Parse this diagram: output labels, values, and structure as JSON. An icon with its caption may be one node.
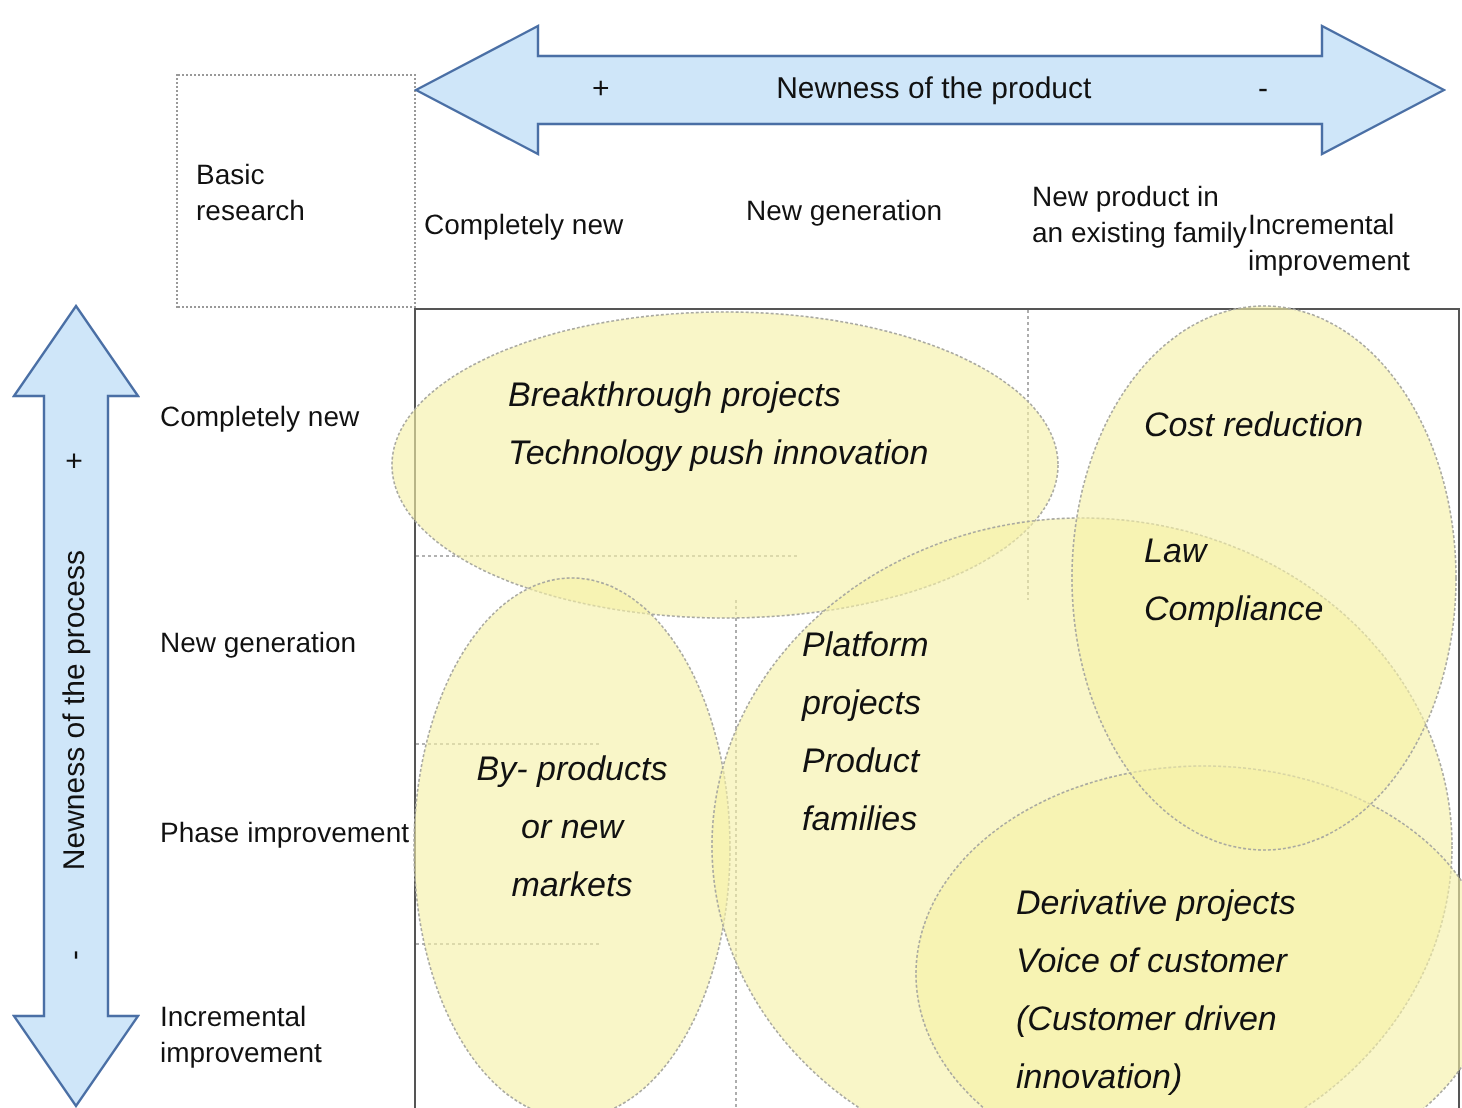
{
  "diagram": {
    "nodes": [
      {
        "text": [
          "+",
          "Newness of the product",
          "-"
        ]
      },
      {
        "text": [
          "+",
          "Newness of the process",
          "-"
        ]
      },
      {
        "text": [
          "Basic research"
        ]
      },
      {
        "text": [
          "Breakthrough projects",
          "Technology push innovation"
        ]
      },
      {
        "text": [
          "Cost reduction",
          "Law Compliance"
        ]
      },
      {
        "text": [
          "By- products or new markets"
        ]
      },
      {
        "text": [
          "Platform projects Product families"
        ]
      },
      {
        "text": [
          "Derivative projects",
          "Voice of customer (Customer driven innovation)"
        ]
      }
    ],
    "labels": [
      "Completely new",
      "New generation",
      "New product in an existing family",
      "Incremental improvement",
      "Completely new",
      "New generation",
      "Phase improvement",
      "Incremental improvement"
    ]
  }
}
